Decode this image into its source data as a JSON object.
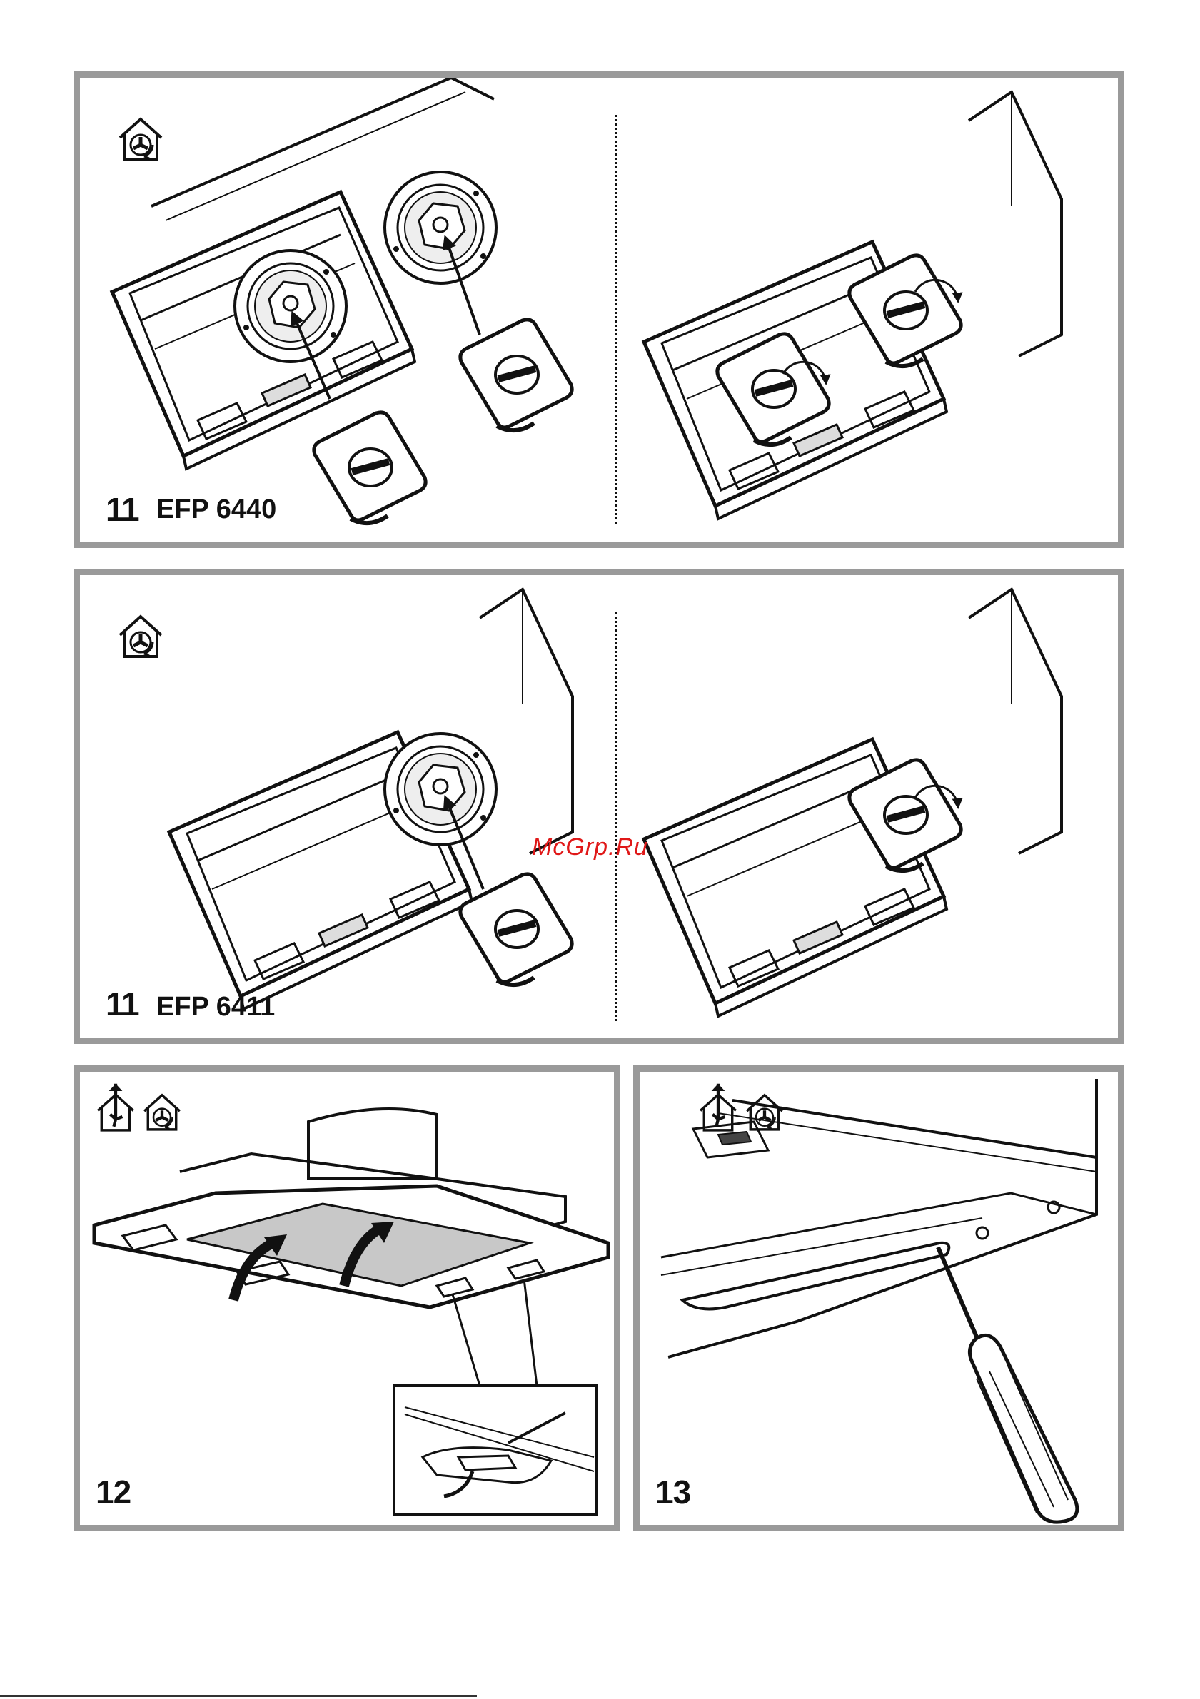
{
  "watermark": "McGrp.Ru",
  "panels": [
    {
      "figure_number": "11",
      "model": "EFP 6440",
      "icons": [
        "recirculation-mode-icon"
      ]
    },
    {
      "figure_number": "11",
      "model": "EFP 6411",
      "icons": [
        "recirculation-mode-icon"
      ]
    },
    {
      "figure_number": "12",
      "icons": [
        "extraction-mode-icon",
        "recirculation-mode-icon"
      ]
    },
    {
      "figure_number": "13",
      "icons": [
        "extraction-mode-icon",
        "recirculation-mode-icon"
      ]
    }
  ],
  "colors": {
    "frame": "#9a9a9a",
    "watermark": "#e01818",
    "filter_fill": "#c8c8c8"
  }
}
